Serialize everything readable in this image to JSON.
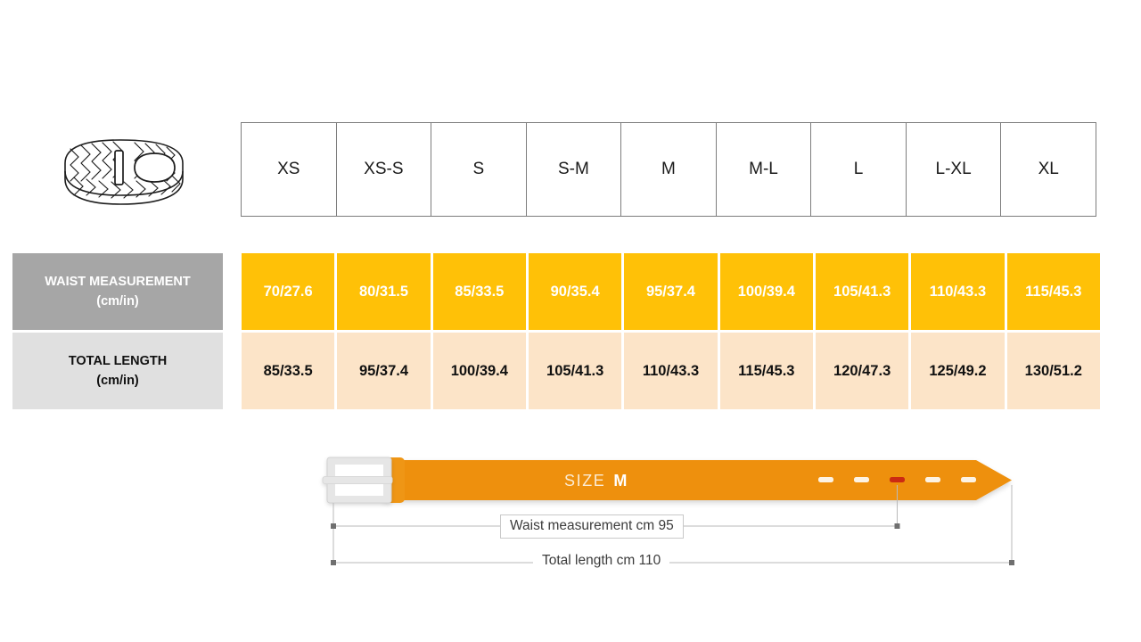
{
  "product_icon": {
    "name": "woven-belt-illustration",
    "alt": "Braided woven belt coiled with buckle"
  },
  "table": {
    "sizes": [
      "XS",
      "XS-S",
      "S",
      "S-M",
      "M",
      "M-L",
      "L",
      "L-XL",
      "XL"
    ],
    "rows": [
      {
        "label": "WAIST MEASUREMENT",
        "unit": "(cm/in)",
        "values": [
          "70/27.6",
          "80/31.5",
          "85/33.5",
          "90/35.4",
          "95/37.4",
          "100/39.4",
          "105/41.3",
          "110/43.3",
          "115/45.3"
        ]
      },
      {
        "label": "TOTAL LENGTH",
        "unit": "(cm/in)",
        "values": [
          "85/33.5",
          "95/37.4",
          "100/39.4",
          "105/41.3",
          "110/43.3",
          "115/45.3",
          "120/47.3",
          "125/49.2",
          "130/51.2"
        ]
      }
    ]
  },
  "diagram": {
    "size_word": "SIZE",
    "size_value": "M",
    "waist_dimension": "Waist measurement cm 95",
    "length_dimension": "Total length cm 110",
    "holes_total": 5,
    "highlighted_hole_index": 3
  },
  "colors": {
    "waist_row_fill": "#ffc107",
    "waist_label_fill": "#a6a6a6",
    "length_row_fill": "#fce4c8",
    "length_label_fill": "#e0e0e0",
    "belt_strap": "#ee9010",
    "belt_buckle": "#e2e2e2",
    "highlight_hole": "#cc2a12",
    "table_border": "#7d7d7d"
  }
}
